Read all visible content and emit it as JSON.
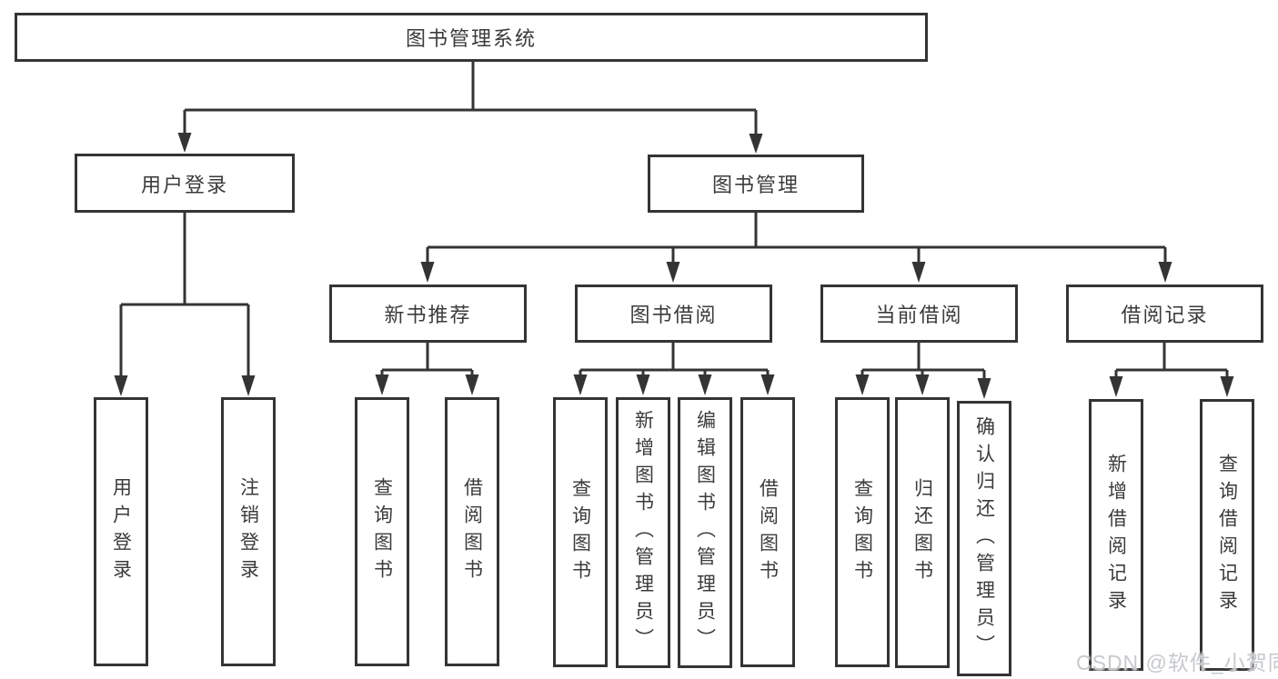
{
  "diagram": {
    "type": "hierarchy-tree",
    "title": "图书管理系统",
    "background_color": "#ffffff",
    "line_color": "#343434",
    "box_border_color": "#343434",
    "text_color": "#3b3b3b",
    "levels": 4
  },
  "tree": {
    "label": "图书管理系统",
    "children": [
      {
        "label": "用户登录",
        "children": [
          {
            "label": "用户登录"
          },
          {
            "label": "注销登录"
          }
        ]
      },
      {
        "label": "图书管理",
        "children": [
          {
            "label": "新书推荐",
            "children": [
              {
                "label": "查询图书"
              },
              {
                "label": "借阅图书"
              }
            ]
          },
          {
            "label": "图书借阅",
            "children": [
              {
                "label": "查询图书"
              },
              {
                "label": "新增图书（管理员）"
              },
              {
                "label": "编辑图书（管理员）"
              },
              {
                "label": "借阅图书"
              }
            ]
          },
          {
            "label": "当前借阅",
            "children": [
              {
                "label": "查询图书"
              },
              {
                "label": "归还图书"
              },
              {
                "label": "确认归还（管理员）"
              }
            ]
          },
          {
            "label": "借阅记录",
            "children": [
              {
                "label": "新增借阅记录"
              },
              {
                "label": "查询借阅记录"
              }
            ]
          }
        ]
      }
    ]
  },
  "watermark": {
    "text": "CSDN @软件_小贺同学",
    "color": "#c6c9cd"
  }
}
